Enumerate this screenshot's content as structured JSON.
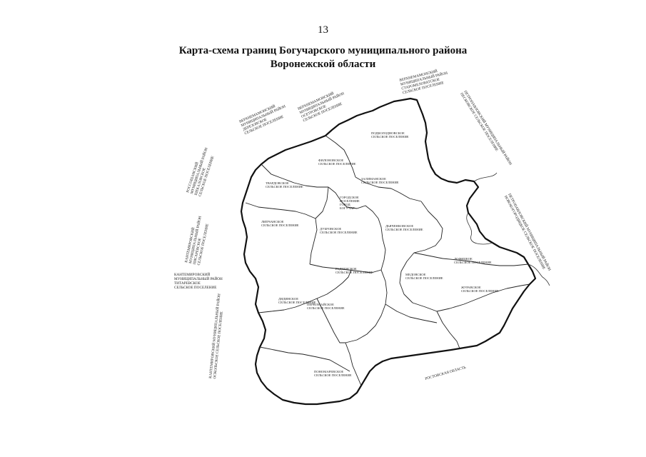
{
  "page_number": "13",
  "title": {
    "line1": "Карта-схема границ Богучарского муниципального района",
    "line2": "Воронежской области"
  },
  "map": {
    "external_labels": {
      "verkhnemamon_1": [
        "ВЕРХНЕМАМОНСКИЙ",
        "МУНИЦИПАЛЬНЫЙ РАЙОН",
        "ДЕРЕЗОВСКОЕ",
        "СЕЛЬСКОЕ ПОСЕЛЕНИЕ"
      ],
      "verkhnemamon_2": [
        "ВЕРХНЕМАМОНСКИЙ",
        "МУНИЦИПАЛЬНЫЙ РАЙОН",
        "ОСЕТРОВСКОЕ",
        "СЕЛЬСКОЕ ПОСЕЛЕНИЕ"
      ],
      "verkhnemamon_3": [
        "ВЕРХНЕМАМОНСКИЙ",
        "МУНИЦИПАЛЬНЫЙ РАЙОН",
        "СТАРОМЕЛОВАТСКОЕ",
        "СЕЛЬСКОЕ ПОСЕЛЕНИЕ"
      ],
      "petropavl_1": [
        "ПЕТРОПАВЛОВСКИЙ МУНИЦИПАЛЬНЫЙ РАЙОН",
        "ПЕСКОВСКОЕ СЕЛЬСКОЕ ПОСЕЛЕНИЕ"
      ],
      "petropavl_2": [
        "ПЕТРОПАВЛОВСКИЙ МУНИЦИПАЛЬНЫЙ РАЙОН",
        "НОВОБОГОРОДИЦКОЕ СЕЛЬСКОЕ ПОСЕЛЕНИЕ"
      ],
      "rossosh": [
        "РОССОШАНСКИЙ",
        "МУНИЦИПАЛЬНЫЙ РАЙОН",
        "ШЕКАЛОВСКОЕ",
        "СЕЛЬСКОЕ ПОСЕЛЕНИЕ"
      ],
      "kantemir_1": [
        "КАНТЕМИРОВСКИЙ",
        "МУНИЦИПАЛЬНЫЙ РАЙОН",
        "ПИСАРЕВСКОЕ",
        "СЕЛЬСКОЕ ПОСЕЛЕНИЕ"
      ],
      "kantemir_2": [
        "КАНТЕМИРОВСКИЙ",
        "МУНИЦИПАЛЬНЫЙ РАЙОН",
        "ТИТАРЕВСКОЕ",
        "СЕЛЬСКОЕ ПОСЕЛЕНИЕ"
      ],
      "kantemir_3": [
        "КАНТЕМИРОВСКИЙ МУНИЦИПАЛЬНЫЙ РАЙОН",
        "ОСКОЛЬСКОЕ СЕЛЬСКОЕ ПОСЕЛЕНИЕ"
      ],
      "rostov": "РОСТОВСКАЯ ОБЛАСТЬ"
    },
    "settlement_labels": {
      "podkolod": [
        "ПОДКОЛОДНОВСКОЕ",
        "СЕЛЬСКОЕ ПОСЕЛЕНИЕ"
      ],
      "filonovsk": [
        "ФИЛОНОВСКОЕ",
        "СЕЛЬСКОЕ ПОСЕЛЕНИЕ"
      ],
      "dyachenk": [
        "ДЬЯЧЕНКОВСКОЕ",
        "СЕЛЬСКОЕ ПОСЕЛЕНИЕ"
      ],
      "zalimansk": [
        "ЗАЛИМАНСКОЕ",
        "СЕЛЬСКОЕ ПОСЕЛЕНИЕ"
      ],
      "boguchar": [
        "ГОРОДСКОЕ",
        "ПОСЕЛЕНИЕ",
        "ГОРОД",
        "БОГУЧАР"
      ],
      "tvardovsk": [
        "ТВАРДОВСКОЕ",
        "СЕЛЬСКОЕ ПОСЕЛЕНИЕ"
      ],
      "lipchansk": [
        "ЛИПЧАНСКОЕ",
        "СЕЛЬСКОЕ ПОСЕЛЕНИЕ"
      ],
      "pervomaysk": [
        "ПЕРВОМАЙСКОЕ",
        "СЕЛЬСКОЕ ПОСЕЛЕНИЕ"
      ],
      "dubrovsk": [
        "ДУБРОВСКОЕ",
        "СЕЛЬСКОЕ ПОСЕЛЕНИЕ"
      ],
      "radchensk": [
        "РАДЧЕНСКОЕ",
        "СЕЛЬСКОЕ ПОСЕЛЕНИЕ"
      ],
      "medovsk": [
        "МЕДОВСКОЕ",
        "СЕЛЬСКОЕ ПОСЕЛЕНИЕ"
      ],
      "lofitsk": [
        "ЛОФИЦКОЕ",
        "СЕЛЬСКОЕ ПОСЕЛЕНИЕ"
      ],
      "zhuravsk": [
        "ЖУРАВСКОЕ",
        "СЕЛЬСКОЕ ПОСЕЛЕНИЕ"
      ],
      "dyadinsk": [
        "ДЯДИНСКОЕ",
        "СЕЛЬСКОЕ ПОСЕЛЕНИЕ"
      ],
      "ponomarevsk": [
        "ПОНОМАРЕВСКОЕ",
        "СЕЛЬСКОЕ ПОСЕЛЕНИЕ"
      ]
    }
  }
}
